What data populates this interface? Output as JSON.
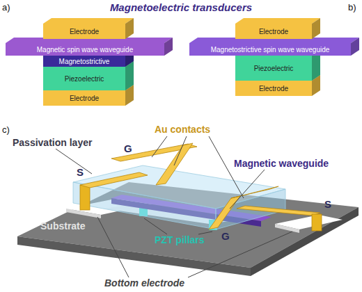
{
  "diagram": {
    "title": "Magnetoelectric transducers",
    "nodes": [
      {
        "text": [
          "Electrode"
        ]
      },
      {
        "text": [
          "Magnetic spin wave waveguide"
        ]
      },
      {
        "text": [
          "Magnetostrictive"
        ]
      },
      {
        "text": [
          "Piezoelectric"
        ]
      },
      {
        "text": [
          "Electrode"
        ]
      },
      {
        "text": [
          "Electrode"
        ]
      },
      {
        "text": [
          "Magnetostrictive spin wave waveguide"
        ]
      },
      {
        "text": [
          "Piezoelectric"
        ]
      },
      {
        "text": [
          "Electrode"
        ]
      }
    ],
    "labels": [
      "a)",
      "b)",
      "c)",
      "Passivation layer",
      "Au contacts",
      "Magnetic waveguide",
      "G",
      "S",
      "S",
      "G",
      "Substrate",
      "PZT pillars",
      "Bottom electrode"
    ]
  }
}
